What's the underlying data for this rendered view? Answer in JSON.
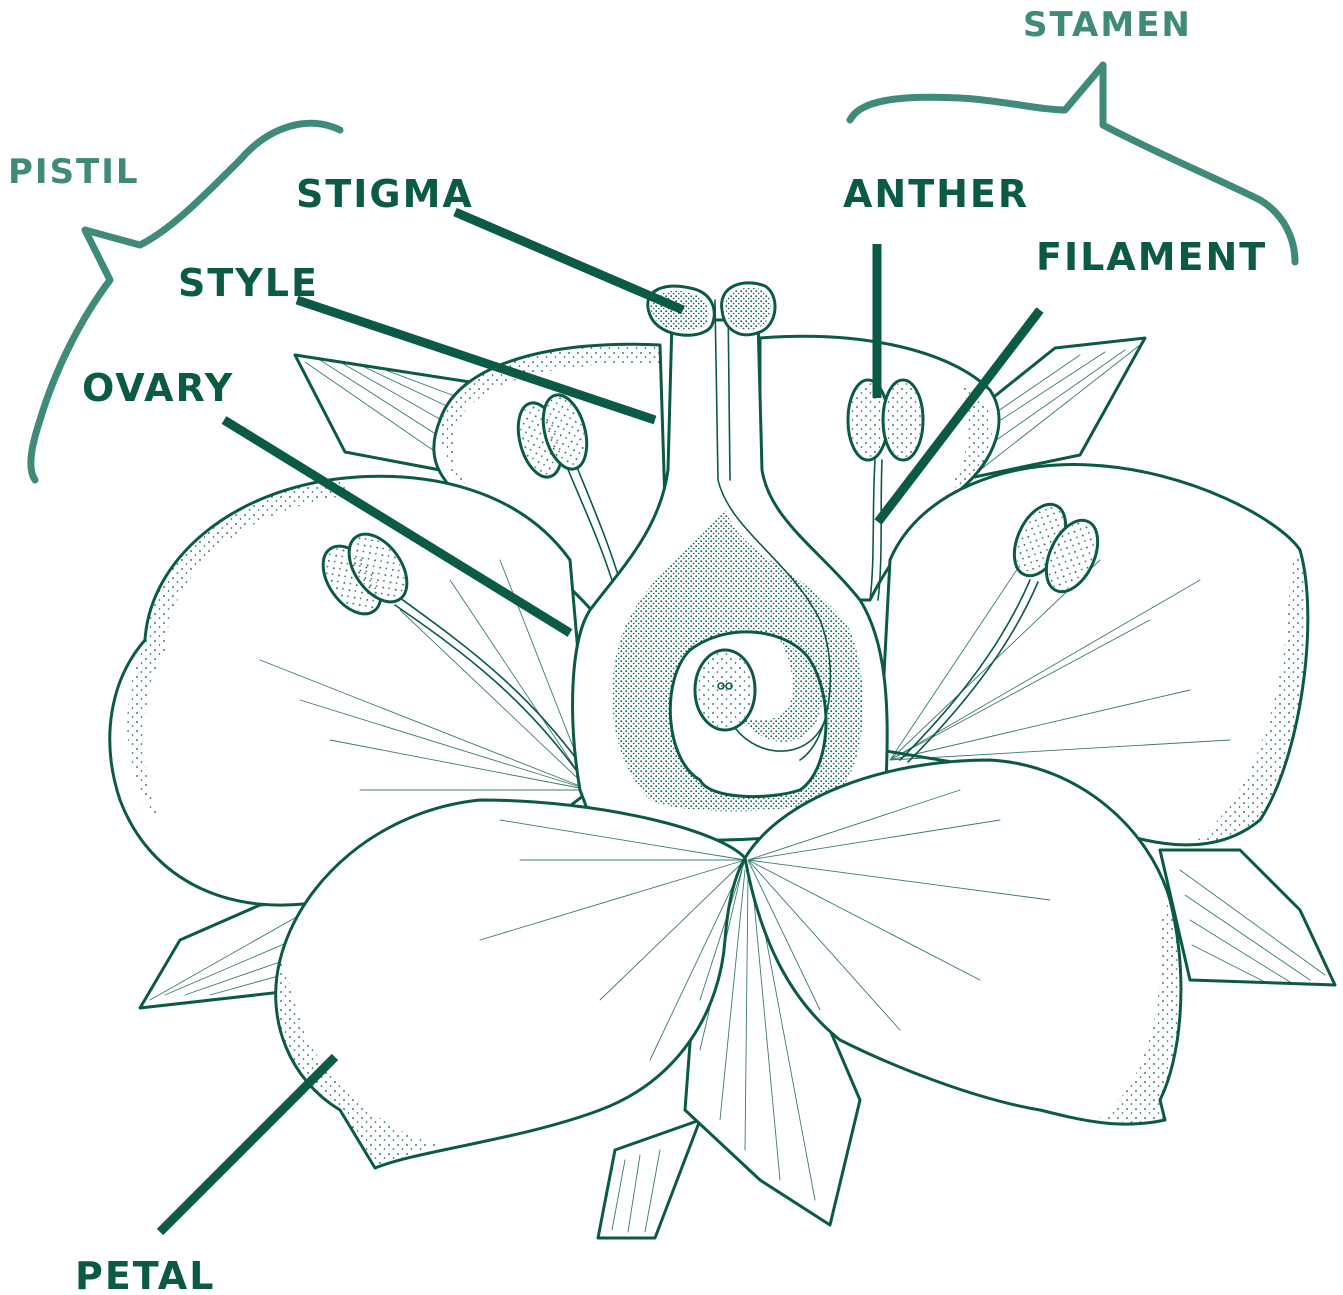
{
  "colors": {
    "ink": "#0b5a45",
    "label_dark": "#0b5a45",
    "label_group": "#3f8a78",
    "background": "#ffffff"
  },
  "labels": {
    "stamen": "STAMEN",
    "pistil": "PISTIL",
    "stigma": "STIGMA",
    "anther": "ANTHER",
    "filament": "FILAMENT",
    "style": "STYLE",
    "ovary": "OVARY",
    "petal": "PETAL"
  }
}
